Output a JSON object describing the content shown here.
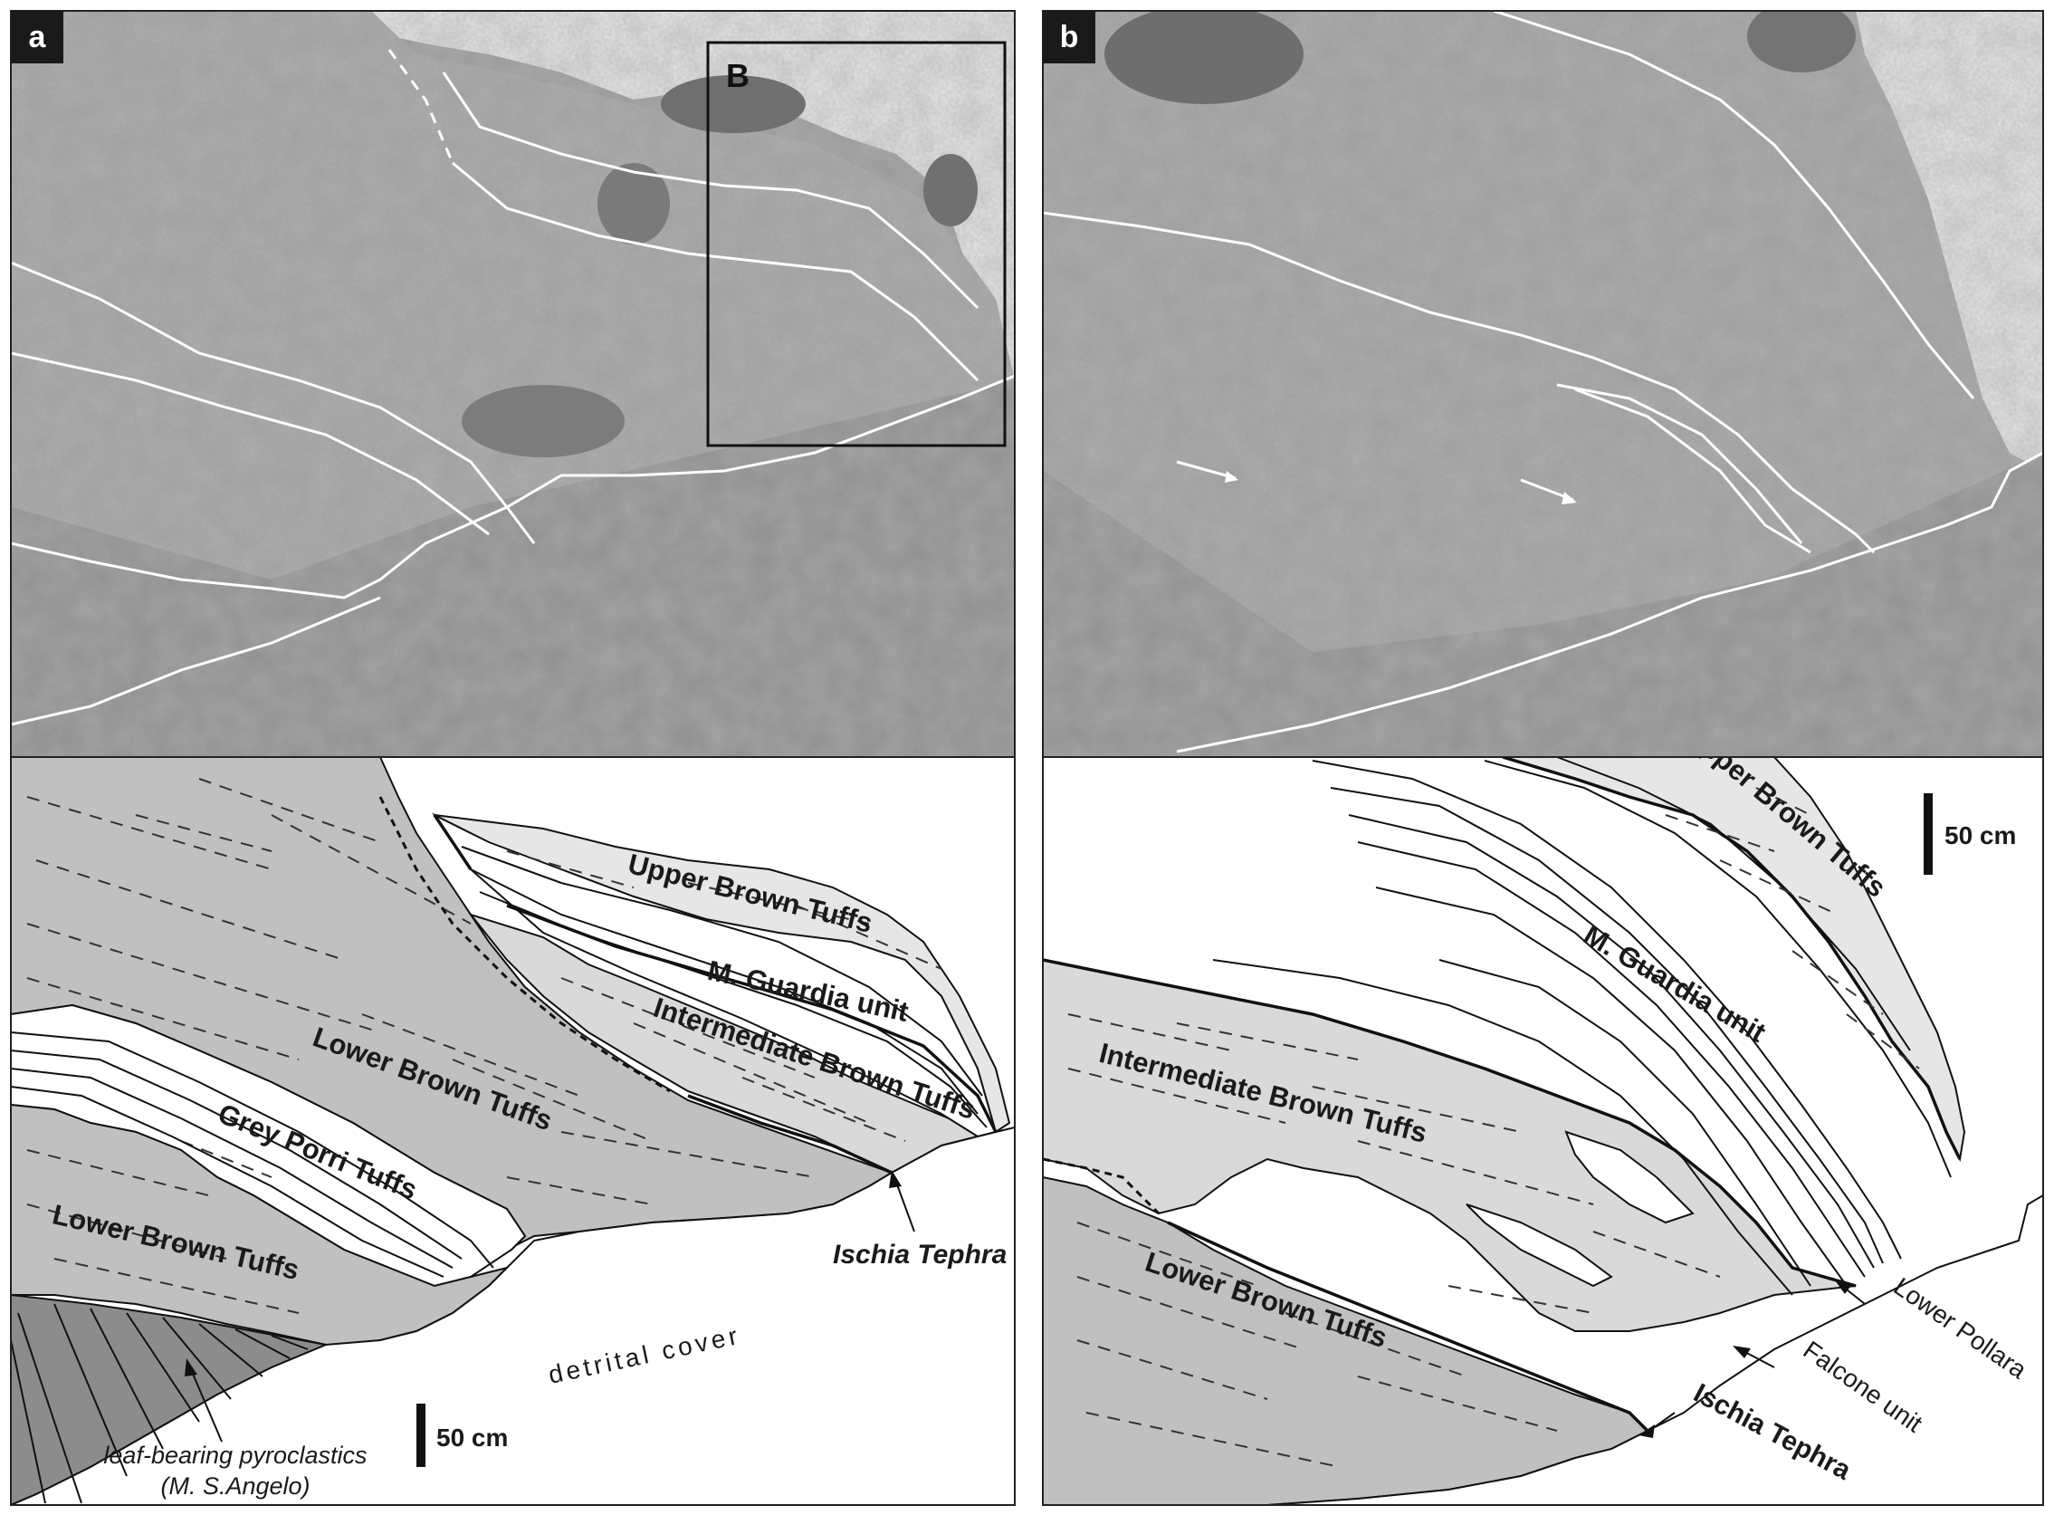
{
  "panels": {
    "a": {
      "letter": "a",
      "photo_box_label": "B",
      "labels": {
        "upper_brown_tuffs": "Upper Brown Tuffs",
        "m_guardia_unit": "M. Guardia unit",
        "intermediate_brown_tuffs": "Intermediate Brown Tuffs",
        "lower_brown_tuffs_1": "Lower Brown Tuffs",
        "grey_porri_tuffs": "Grey Porri Tuffs",
        "lower_brown_tuffs_2": "Lower Brown Tuffs",
        "ischia_tephra": "Ischia Tephra",
        "detrital_cover": "detrital cover",
        "leaf_bearing_line1": "leaf-bearing pyroclastics",
        "leaf_bearing_line2": "(M. S.Angelo)"
      },
      "scale_bar": "50 cm"
    },
    "b": {
      "letter": "b",
      "labels": {
        "upper_brown_tuffs": "Upper Brown Tuffs",
        "m_guardia_unit": "M. Guardia unit",
        "intermediate_brown_tuffs": "Intermediate Brown Tuffs",
        "lower_brown_tuffs": "Lower Brown Tuffs",
        "ischia_tephra": "Ischia Tephra",
        "falcone_unit": "Falcone unit",
        "lower_pollara": "Lower Pollara"
      },
      "scale_bar": "50 cm"
    }
  },
  "colors": {
    "lower_brown_tuffs": "#c0c0c0",
    "intermediate_brown_tuffs": "#d9d9d9",
    "upper_brown_tuffs": "#e6e6e6",
    "leaf_bearing": "#8c8c8c",
    "photo_tone": "#9a9a9a",
    "sky": "#ebebeb"
  }
}
